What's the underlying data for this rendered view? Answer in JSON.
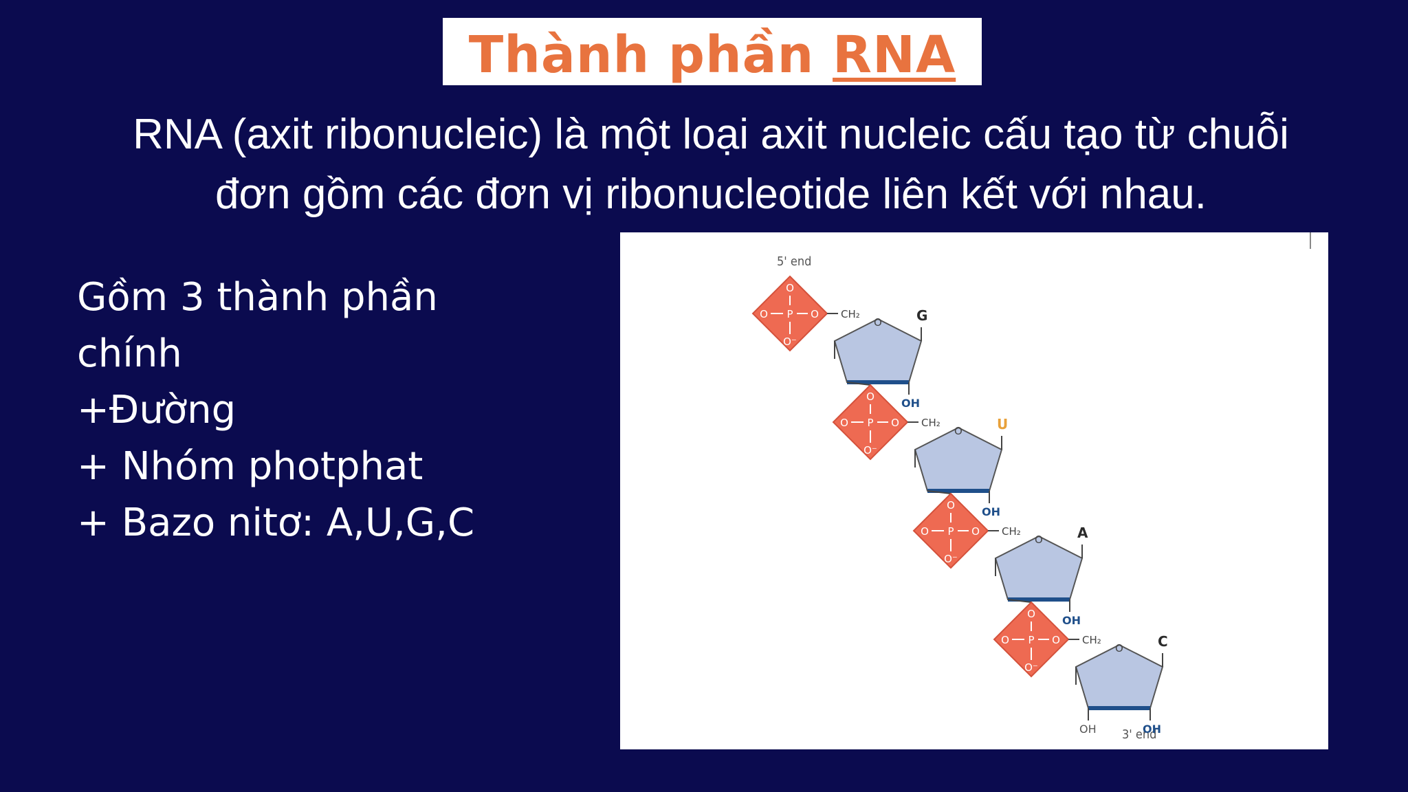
{
  "title": {
    "main": "Thành phần ",
    "accent": "RNA"
  },
  "intro": {
    "line1": "RNA (axit ribonucleic) là một loại axit nucleic cấu tạo từ chuỗi",
    "line2": "đơn gồm các đơn vị ribonucleotide liên kết với nhau."
  },
  "bullets": [
    "Gồm 3 thành phần",
    "chính",
    "+Đường",
    "+ Nhóm photphat",
    "+ Bazo nitơ: A,U,G,C"
  ],
  "diagram": {
    "five_prime": "5' end",
    "three_prime": "3' end",
    "phosphate": {
      "P": "P",
      "O": "O",
      "O_minus": "O⁻"
    },
    "ch2": "CH₂",
    "ring_o": "O",
    "oh": "OH",
    "bases": [
      "G",
      "U",
      "A",
      "C"
    ],
    "colors": {
      "phosphate_fill": "#ee6a52",
      "sugar_fill": "#b9c6e2",
      "sugar_edge": "#1f4f8a",
      "base_U": "#e8a13a",
      "base_other": "#2b2b2b"
    }
  }
}
